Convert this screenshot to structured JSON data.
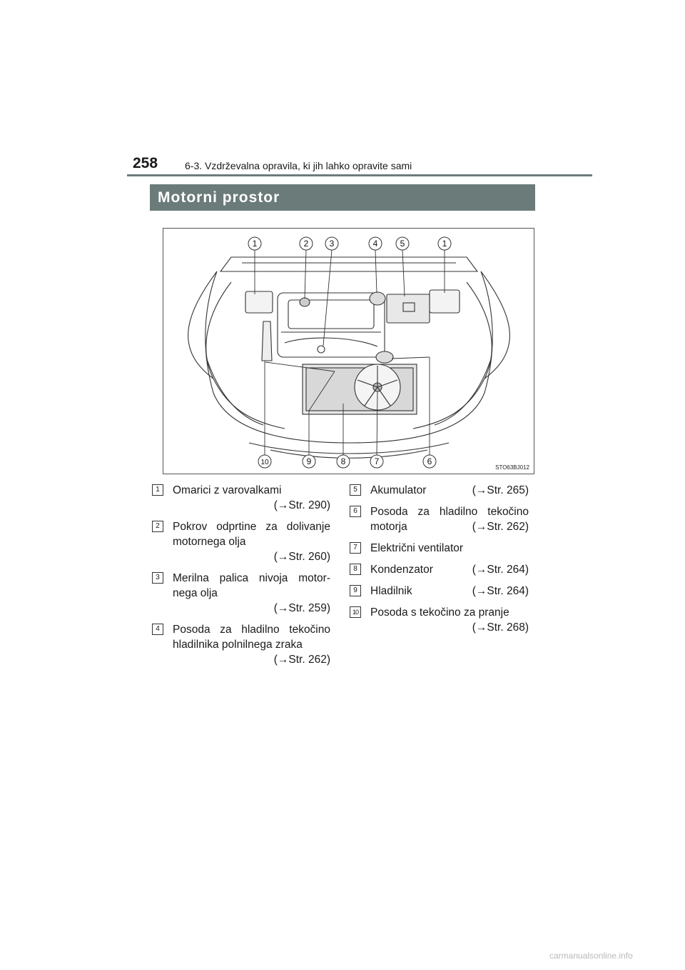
{
  "header": {
    "page_number": "258",
    "running_head": "6-3. Vzdrževalna opravila, ki jih lahko opravite sami"
  },
  "section": {
    "title": "Motorni prostor"
  },
  "figure": {
    "code": "STO63BJ012",
    "callouts_top": [
      "1",
      "2",
      "3",
      "4",
      "5",
      "1"
    ],
    "callouts_bottom": [
      "10",
      "9",
      "8",
      "7",
      "6"
    ]
  },
  "items_left": [
    {
      "num": "1",
      "label": "Omarici z varovalkami",
      "ref": "(→Str. 290)"
    },
    {
      "num": "2",
      "label": "Pokrov odprtine za dolivanje motornega olja",
      "ref": "(→Str. 260)"
    },
    {
      "num": "3",
      "label": "Merilna palica nivoja motor- nega olja",
      "ref": "(→Str. 259)"
    },
    {
      "num": "4",
      "label": "Posoda za hladilno tekočino hladilnika polnilnega zraka",
      "ref": "(→Str. 262)"
    }
  ],
  "items_right": [
    {
      "num": "5",
      "label": "Akumulator",
      "ref": "(→Str. 265)"
    },
    {
      "num": "6",
      "label": "Posoda za hladilno tekočino motorja",
      "ref": "(→Str. 262)"
    },
    {
      "num": "7",
      "label": "Električni ventilator",
      "ref": ""
    },
    {
      "num": "8",
      "label": "Kondenzator",
      "ref": "(→Str. 264)"
    },
    {
      "num": "9",
      "label": "Hladilnik",
      "ref": "(→Str. 264)"
    },
    {
      "num": "10",
      "label": "Posoda s tekočino za pranje",
      "ref": "(→Str. 268)"
    }
  ],
  "watermark": "carmanualsonline.info"
}
